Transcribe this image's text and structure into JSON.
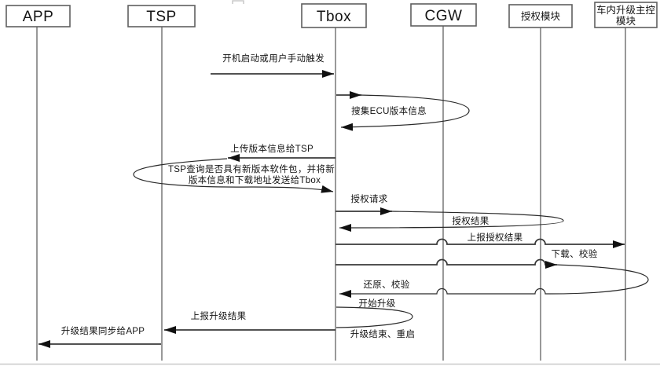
{
  "colors": {
    "background": "#ffffff",
    "box_border": "#5f5f5f",
    "lifeline": "#555555",
    "line": "#3a3a3a",
    "curve": "#2a2a2a",
    "arrow": "#111111",
    "text": "#141414",
    "frame": "#c9c9c9"
  },
  "actors": {
    "app": "APP",
    "tsp": "TSP",
    "tbox": "Tbox",
    "cgw": "CGW",
    "auth": "授权模块",
    "master_line1": "车内升级主控",
    "master_line2": "模块"
  },
  "messages": {
    "trigger": "开机启动或用户手动触发",
    "collect_ecu": "搜集ECU版本信息",
    "upload_version": "上传版本信息给TSP",
    "tsp_query_line1": "TSP查询是否具有新版本软件包，并将新",
    "tsp_query_line2": "版本信息和下载地址发送给Tbox",
    "auth_request": "授权请求",
    "auth_result": "授权结果",
    "report_auth_result": "上报授权结果",
    "download_verify": "下载、校验",
    "restore_verify": "还原、校验",
    "start_upgrade": "开始升级",
    "upgrade_done_restart": "升级结束、重启",
    "report_upgrade_result": "上报升级结果",
    "sync_result_to_app": "升级结果同步给APP"
  }
}
